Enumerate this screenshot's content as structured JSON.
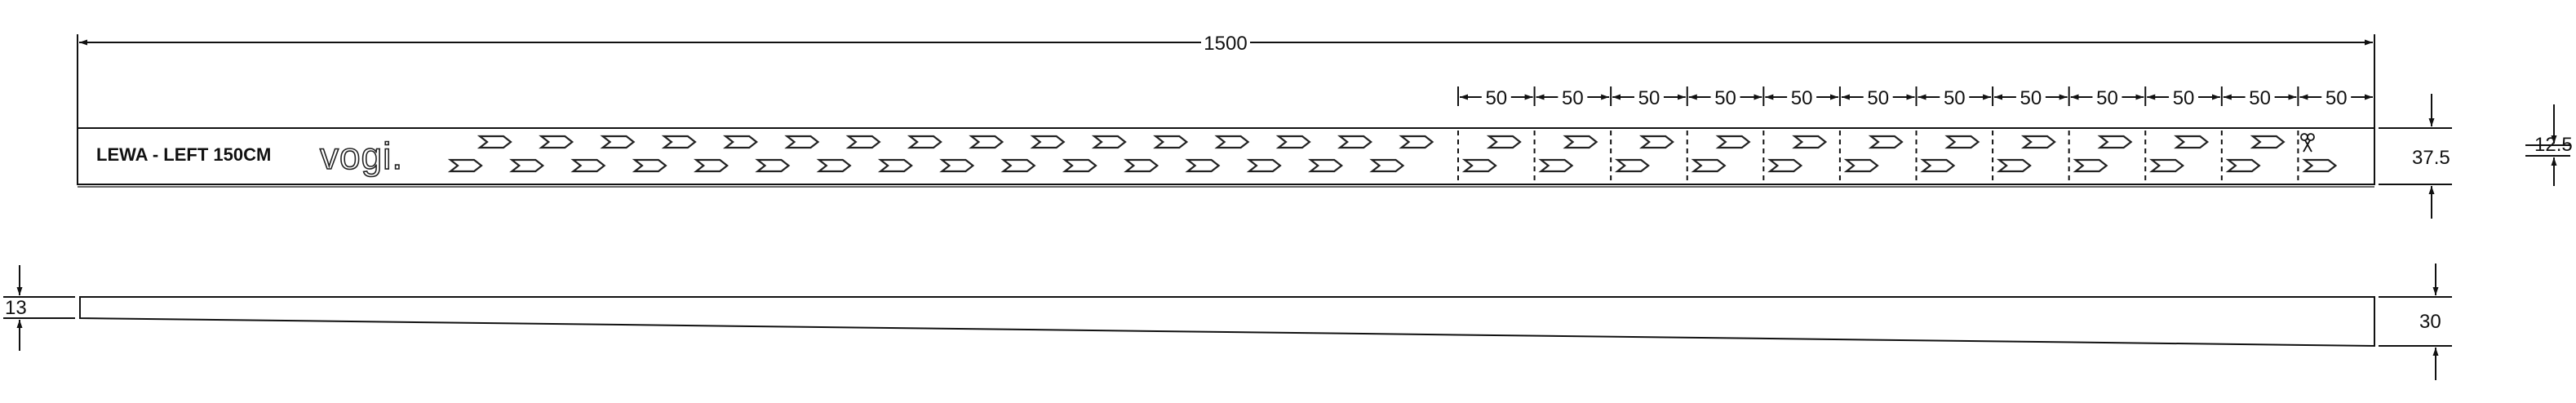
{
  "overall_length": "1500",
  "segment_label": "50",
  "segment_count": 12,
  "plate_height": "37.5",
  "side_thickness": "12.5",
  "profile_left_height": "13",
  "profile_right_height": "30",
  "product_label": "LEWA - LEFT 150CM",
  "brand_logo": "vogi.",
  "cut_marker": "scissors-icon"
}
